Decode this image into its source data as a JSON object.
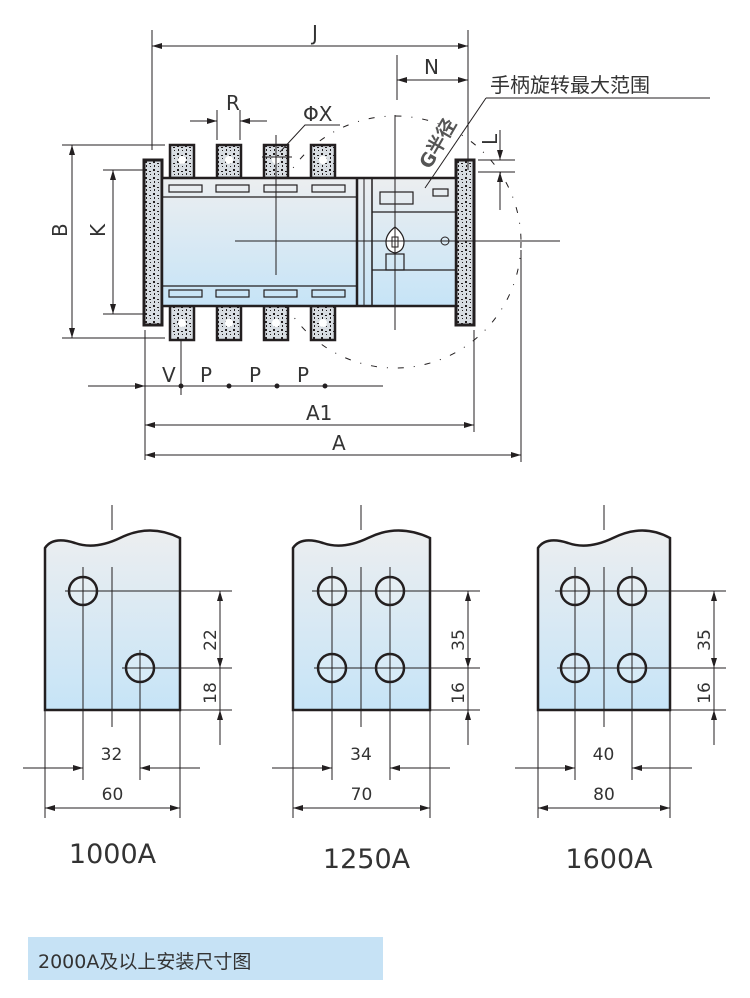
{
  "top_view": {
    "labels": {
      "J": "J",
      "N": "N",
      "R": "R",
      "phiX": "ΦX",
      "G_radius": "G半径",
      "L": "L",
      "B": "B",
      "K": "K",
      "V": "V",
      "P1": "P",
      "P2": "P",
      "P3": "P",
      "A1": "A1",
      "A": "A"
    },
    "handle_range_note": "手柄旋转最大范围"
  },
  "terminal_views": [
    {
      "rating": "1000A",
      "vertical_dims": [
        "22",
        "18"
      ],
      "hole_spacing": "32",
      "width": "60"
    },
    {
      "rating": "1250A",
      "vertical_dims": [
        "35",
        "16"
      ],
      "hole_spacing": "34",
      "width": "70"
    },
    {
      "rating": "1600A",
      "vertical_dims": [
        "35",
        "16"
      ],
      "hole_spacing": "40",
      "width": "80"
    }
  ],
  "footer_banner": "2000A及以上安装尺寸图",
  "colors": {
    "fill_top": "#eceef0",
    "fill_bottom": "#c6e4f7",
    "line": "#231f20",
    "banner": "#c6e2f5"
  }
}
